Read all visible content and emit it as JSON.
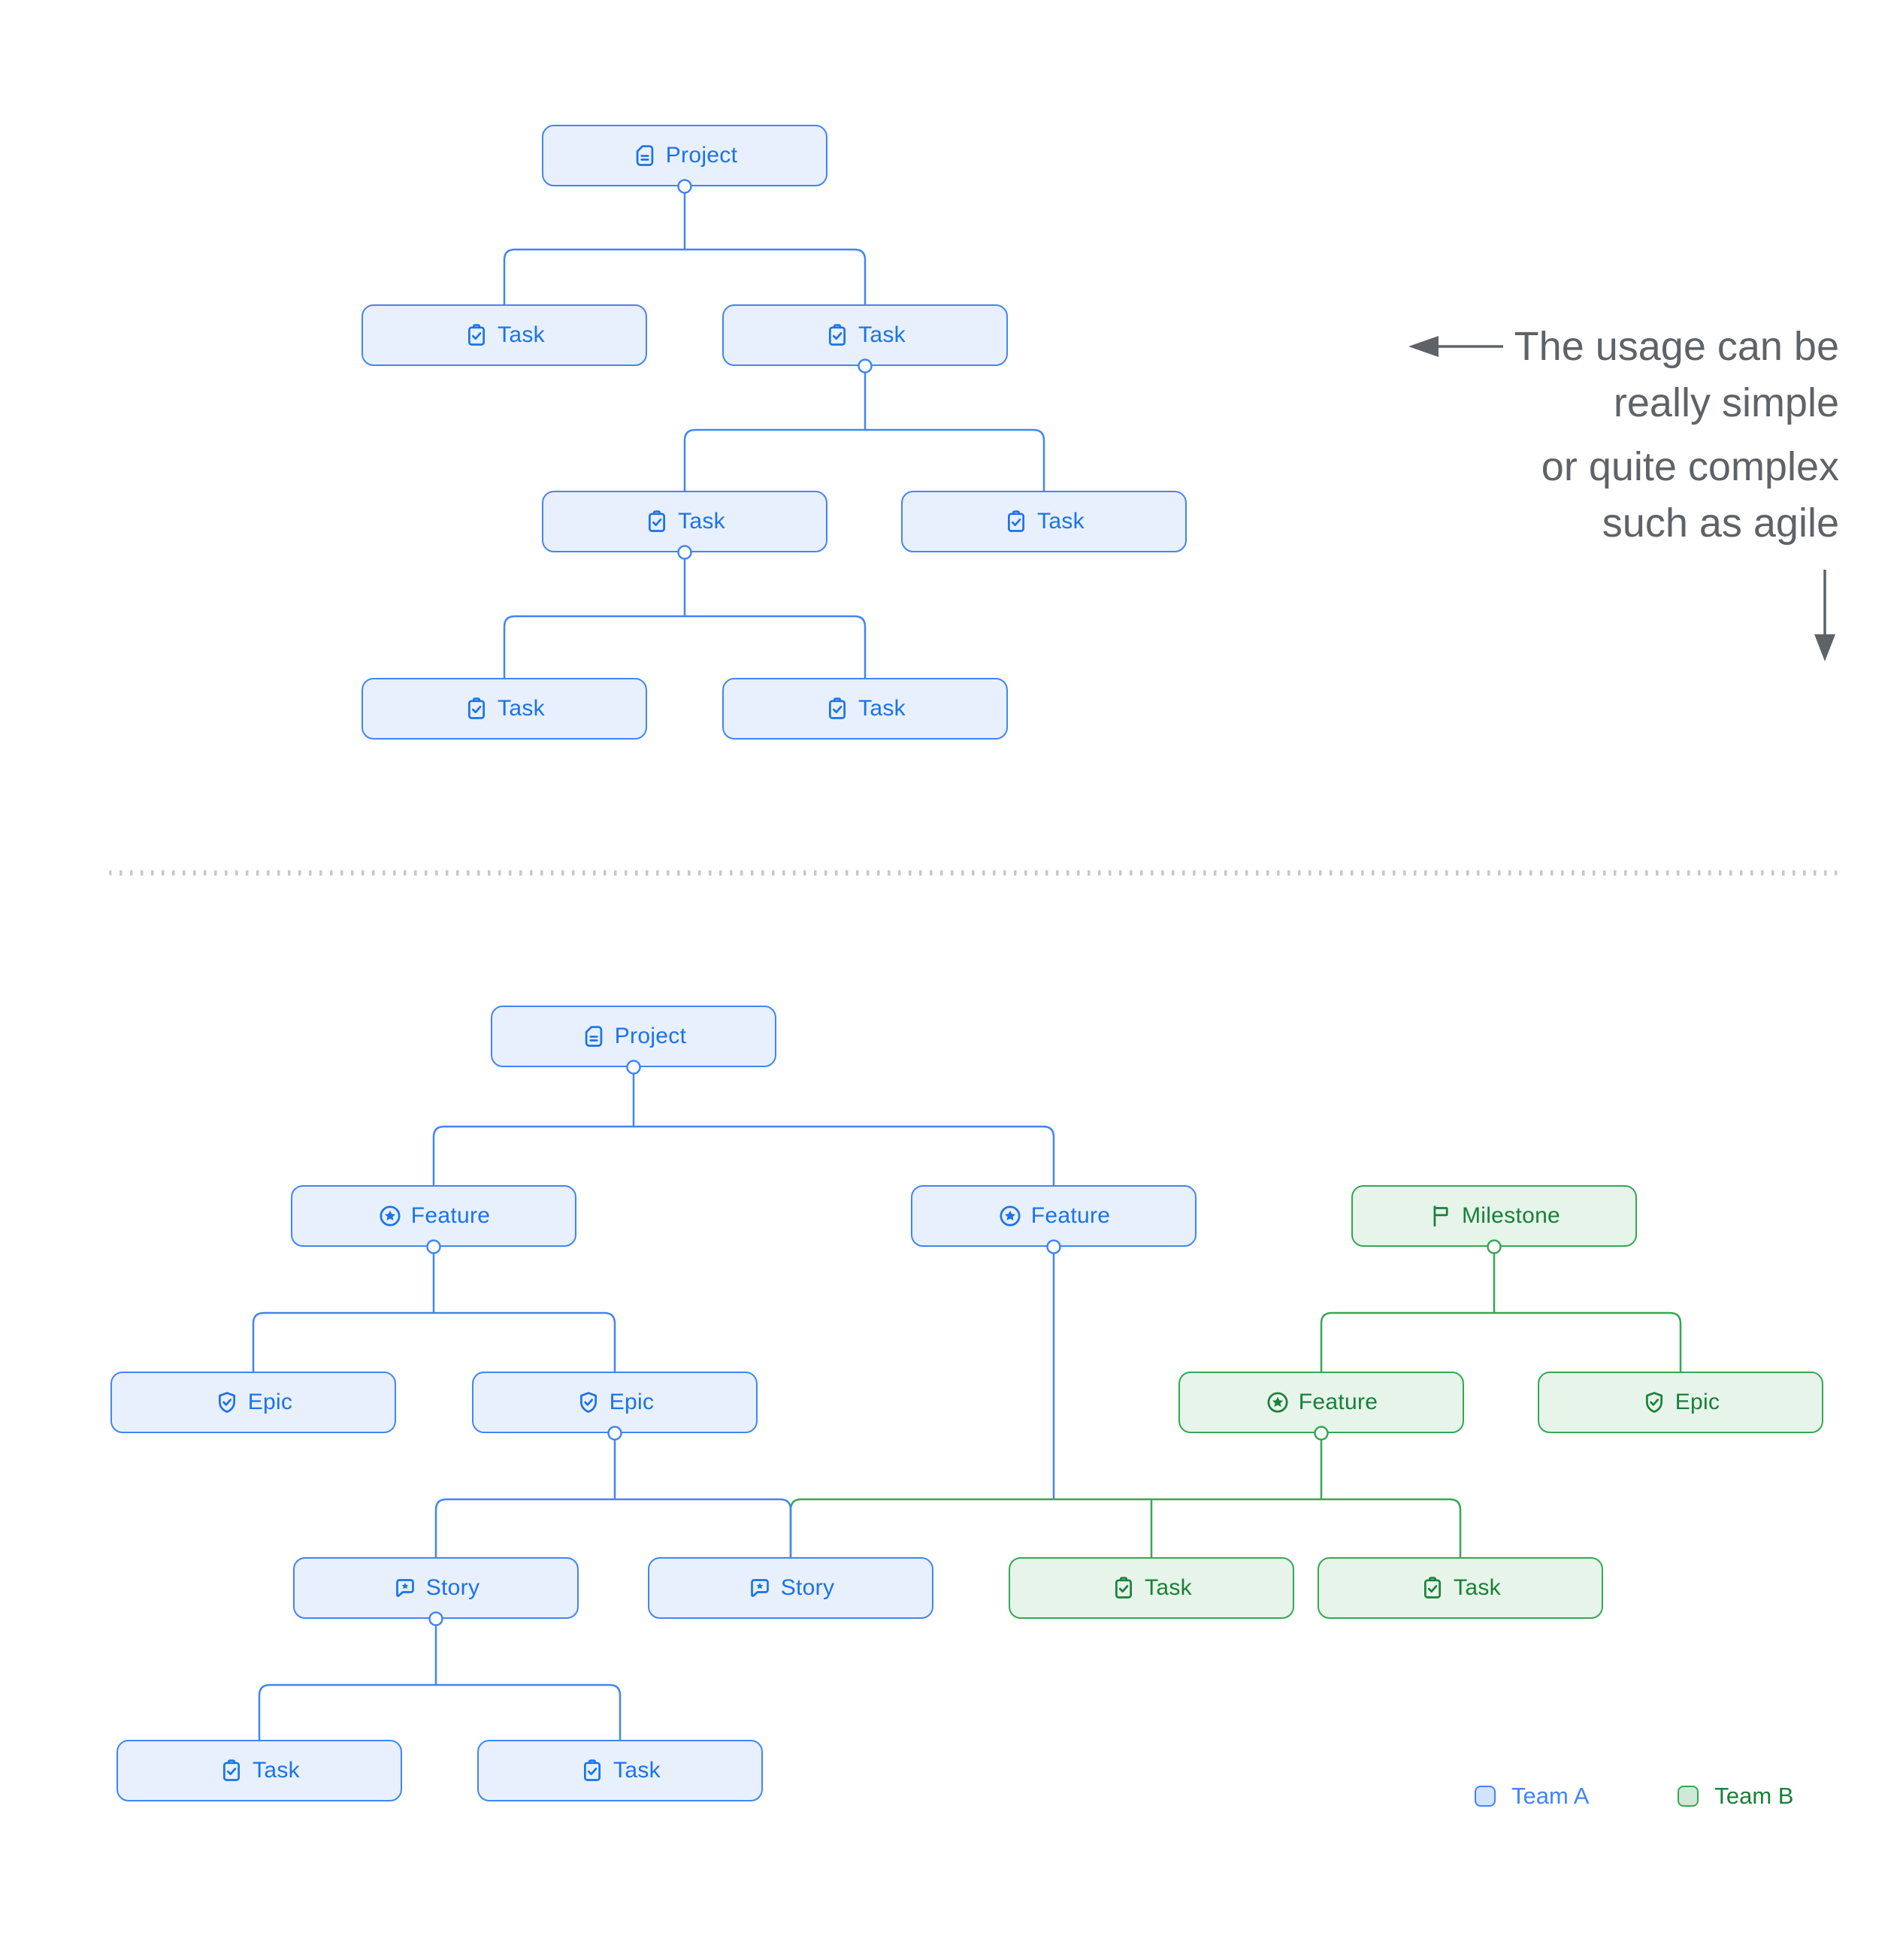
{
  "colors": {
    "team_a_border": "#4285F4",
    "team_a_fill": "#E8F0FE",
    "team_a_text": "#1A73E8",
    "team_b_border": "#34A853",
    "team_b_fill": "#E6F4EA",
    "team_b_text": "#188038",
    "annotation_text": "#5F6368",
    "divider": "#C8C8CC"
  },
  "annotation": {
    "para1_line1": "The usage can be",
    "para1_line2": "really simple",
    "para2_line1": "or quite complex",
    "para2_line2": "such as agile"
  },
  "legend": {
    "team_a_label": "Team A",
    "team_b_label": "Team B"
  },
  "tree_simple": {
    "nodes": [
      {
        "label": "Project",
        "type": "project",
        "team": "A"
      },
      {
        "label": "Task",
        "type": "task",
        "team": "A"
      },
      {
        "label": "Task",
        "type": "task",
        "team": "A"
      },
      {
        "label": "Task",
        "type": "task",
        "team": "A"
      },
      {
        "label": "Task",
        "type": "task",
        "team": "A"
      },
      {
        "label": "Task",
        "type": "task",
        "team": "A"
      },
      {
        "label": "Task",
        "type": "task",
        "team": "A"
      }
    ]
  },
  "tree_complex": {
    "nodes": [
      {
        "label": "Project",
        "type": "project",
        "team": "A"
      },
      {
        "label": "Feature",
        "type": "feature",
        "team": "A"
      },
      {
        "label": "Feature",
        "type": "feature",
        "team": "A"
      },
      {
        "label": "Milestone",
        "type": "milestone",
        "team": "B"
      },
      {
        "label": "Epic",
        "type": "epic",
        "team": "A"
      },
      {
        "label": "Epic",
        "type": "epic",
        "team": "A"
      },
      {
        "label": "Feature",
        "type": "feature",
        "team": "B"
      },
      {
        "label": "Epic",
        "type": "epic",
        "team": "B"
      },
      {
        "label": "Story",
        "type": "story",
        "team": "A"
      },
      {
        "label": "Story",
        "type": "story",
        "team": "A"
      },
      {
        "label": "Task",
        "type": "task",
        "team": "B"
      },
      {
        "label": "Task",
        "type": "task",
        "team": "B"
      },
      {
        "label": "Task",
        "type": "task",
        "team": "A"
      },
      {
        "label": "Task",
        "type": "task",
        "team": "A"
      }
    ]
  }
}
